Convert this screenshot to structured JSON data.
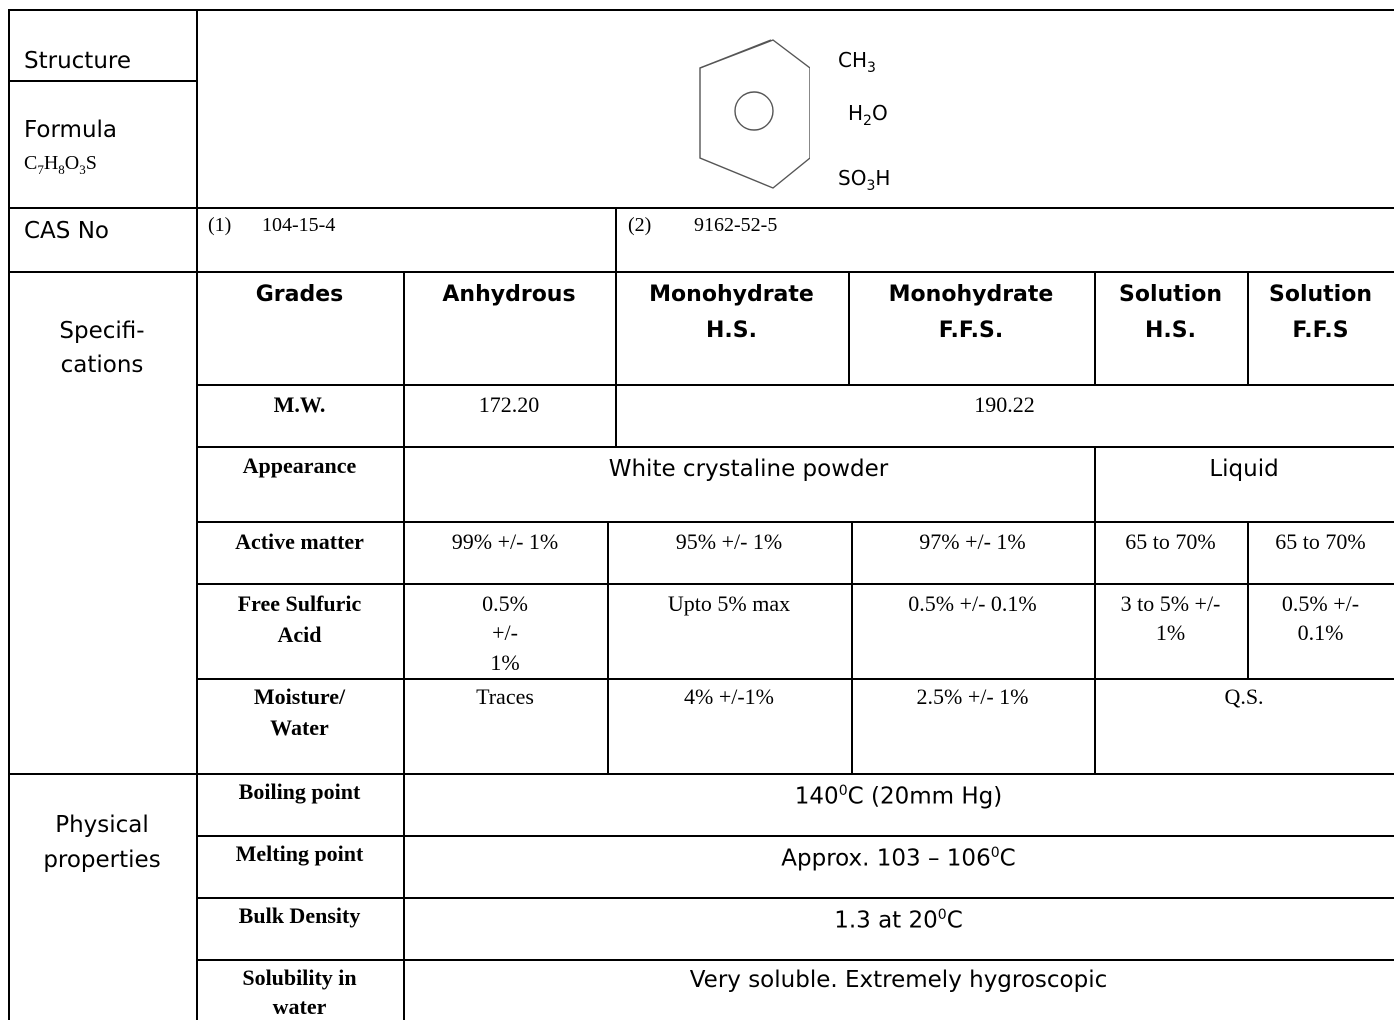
{
  "structure_label": "Structure",
  "formula_label": "Formula",
  "formula": "C7H8O3S",
  "formula_parts": {
    "c": "C",
    "c_sub": "7",
    "h": "H",
    "h_sub": "8",
    "o": "O",
    "o_sub": "3",
    "s": "S"
  },
  "structure": {
    "ch3": {
      "base": "CH",
      "sub": "3"
    },
    "h2o": {
      "base1": "H",
      "sub": "2",
      "base2": "O"
    },
    "so3h": {
      "base1": "SO",
      "sub": "3",
      "base2": "H"
    }
  },
  "cas": {
    "label": "CAS No",
    "no1_index": "(1)",
    "no1": "104-15-4",
    "no2_index": "(2)",
    "no2": "9162-52-5"
  },
  "specs": {
    "section_label_1": "Specifi-",
    "section_label_2": "cations",
    "headers": [
      {
        "line1": "Grades",
        "line2": ""
      },
      {
        "line1": "Anhydrous",
        "line2": ""
      },
      {
        "line1": "Monohydrate",
        "line2": "H.S."
      },
      {
        "line1": "Monohydrate",
        "line2": "F.F.S."
      },
      {
        "line1": "Solution",
        "line2": "H.S."
      },
      {
        "line1": "Solution",
        "line2": "F.F.S"
      }
    ],
    "mw": {
      "label": "M.W.",
      "anhydrous": "172.20",
      "others": "190.22"
    },
    "appearance": {
      "label": "Appearance",
      "solid": "White crystaline powder",
      "liquid": "Liquid"
    },
    "active_matter": {
      "label": "Active matter",
      "values": [
        "99% +/- 1%",
        "95% +/- 1%",
        "97% +/- 1%",
        "65 to 70%",
        "65 to 70%"
      ]
    },
    "free_sulfuric_acid": {
      "label_1": "Free Sulfuric",
      "label_2": "Acid",
      "anhydrous": [
        "0.5%",
        "+/-",
        "1%"
      ],
      "mono_hs": "Upto 5% max",
      "mono_ffs": "0.5% +/- 0.1%",
      "sol_hs": [
        "3 to 5% +/-",
        "1%"
      ],
      "sol_ffs": [
        "0.5% +/-",
        "0.1%"
      ]
    },
    "moisture": {
      "label_1": "Moisture/",
      "label_2": "Water",
      "anhydrous": "Traces",
      "mono_hs": "4% +/-1%",
      "mono_ffs": "2.5% +/- 1%",
      "solution": "Q.S."
    }
  },
  "physical": {
    "section_label_1": "Physical",
    "section_label_2": "properties",
    "boiling": {
      "label": "Boiling point",
      "pre": "140",
      "sup": "0",
      "post": "C (20mm Hg)"
    },
    "melting": {
      "label": "Melting point",
      "pre": "Approx. 103 – 106",
      "sup": "0",
      "post": "C"
    },
    "bulk_density": {
      "label": "Bulk Density",
      "pre": "1.3 at 20",
      "sup": "0",
      "post": "C"
    },
    "solubility": {
      "label_1": "Solubility in",
      "label_2": "water",
      "value": "Very soluble. Extremely hygroscopic"
    }
  }
}
